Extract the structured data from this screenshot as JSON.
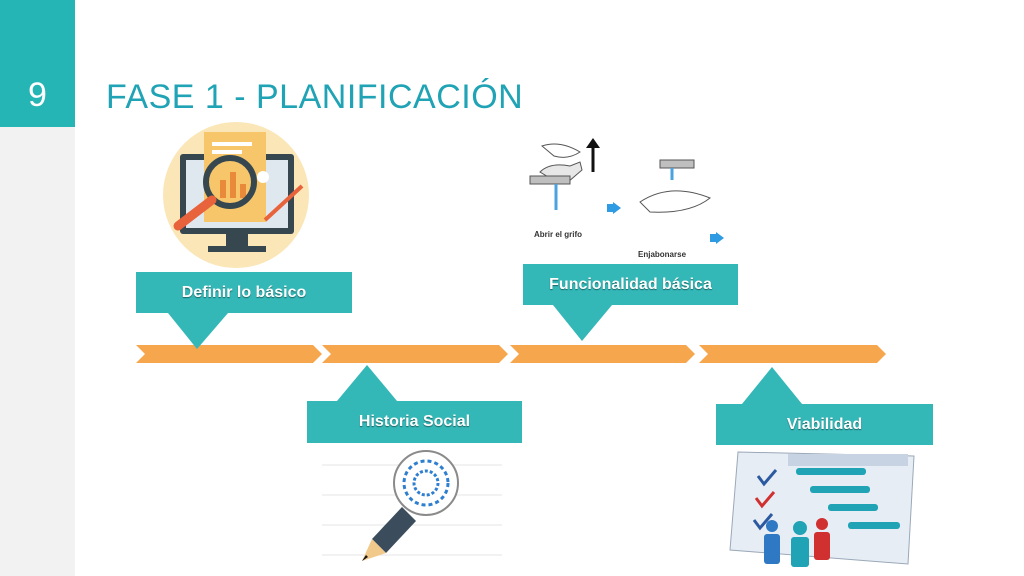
{
  "slide": {
    "number": "9",
    "title": "FASE 1 - PLANIFICACIÓN"
  },
  "steps": [
    {
      "label": "Definir lo básico"
    },
    {
      "label": "Historia Social"
    },
    {
      "label": "Funcionalidad básica"
    },
    {
      "label": "Viabilidad"
    }
  ],
  "handwash": {
    "step1": "Abrir el grifo",
    "step2": "Enjabonarse"
  },
  "colors": {
    "accent": "#26b5b5",
    "callout": "#33b7b7",
    "timeline": "#f6a64c",
    "title": "#1fa3b5"
  },
  "icons": [
    "analysis-monitor-icon",
    "lightbulb-pencil-icon",
    "handwash-sequence-icon",
    "gantt-team-icon"
  ]
}
